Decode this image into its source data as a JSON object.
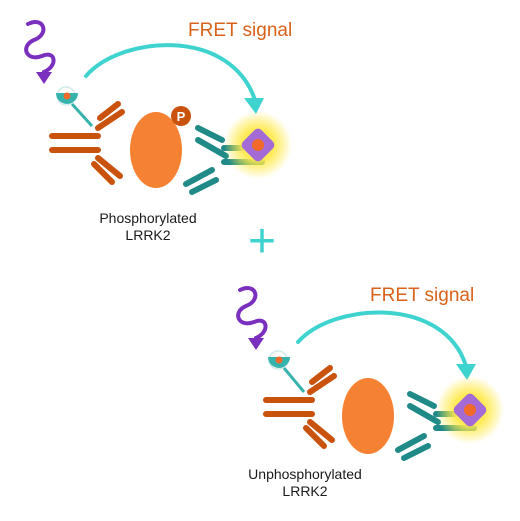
{
  "colors": {
    "wave": "#7b2fbe",
    "arrow": "#3fd3d0",
    "donor": "#36b3ad",
    "antibody_left": "#c9520c",
    "antibody_right": "#1f8a87",
    "protein": "#f58232",
    "phospho": "#c9520c",
    "acceptor_square": "#a46bd6",
    "acceptor_dot": "#f26a2a",
    "glow": "#ffe94a",
    "fret_text": "#d9621a",
    "plus": "#3fd3d0"
  },
  "top": {
    "fret_label": "FRET signal",
    "phospho_label": "P",
    "caption": "Phosphorylated\nLRRK2"
  },
  "plus_sign": "+",
  "bottom": {
    "fret_label": "FRET signal",
    "caption": "Unphosphorylated\nLRRK2"
  }
}
